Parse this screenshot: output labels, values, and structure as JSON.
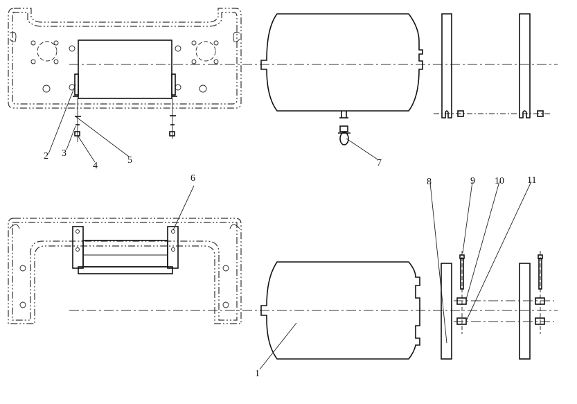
{
  "title": "Air tank mounting exploded view",
  "callouts": {
    "c1": "1",
    "c2": "2",
    "c3": "3",
    "c4": "4",
    "c5": "5",
    "c6": "6",
    "c7": "7",
    "c8": "8",
    "c9": "9",
    "c10": "10",
    "c11": "11"
  }
}
